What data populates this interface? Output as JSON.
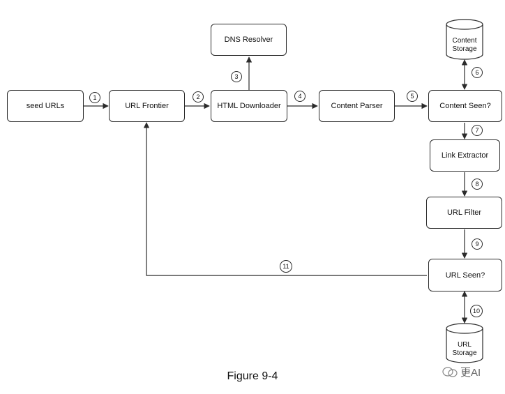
{
  "nodes": {
    "seed_urls": "seed URLs",
    "url_frontier": "URL Frontier",
    "html_downloader": "HTML Downloader",
    "dns_resolver": "DNS Resolver",
    "content_parser": "Content Parser",
    "content_seen": "Content Seen?",
    "link_extractor": "Link Extractor",
    "url_filter": "URL Filter",
    "url_seen": "URL Seen?"
  },
  "storage": {
    "content_line1": "Content",
    "content_line2": "Storage",
    "url_line1": "URL",
    "url_line2": "Storage"
  },
  "steps": {
    "s1": "1",
    "s2": "2",
    "s3": "3",
    "s4": "4",
    "s5": "5",
    "s6": "6",
    "s7": "7",
    "s8": "8",
    "s9": "9",
    "s10": "10",
    "s11": "11"
  },
  "caption": "Figure 9-4",
  "watermark": "更AI",
  "colors": {
    "line": "#2b2b2b",
    "text": "#111111"
  }
}
